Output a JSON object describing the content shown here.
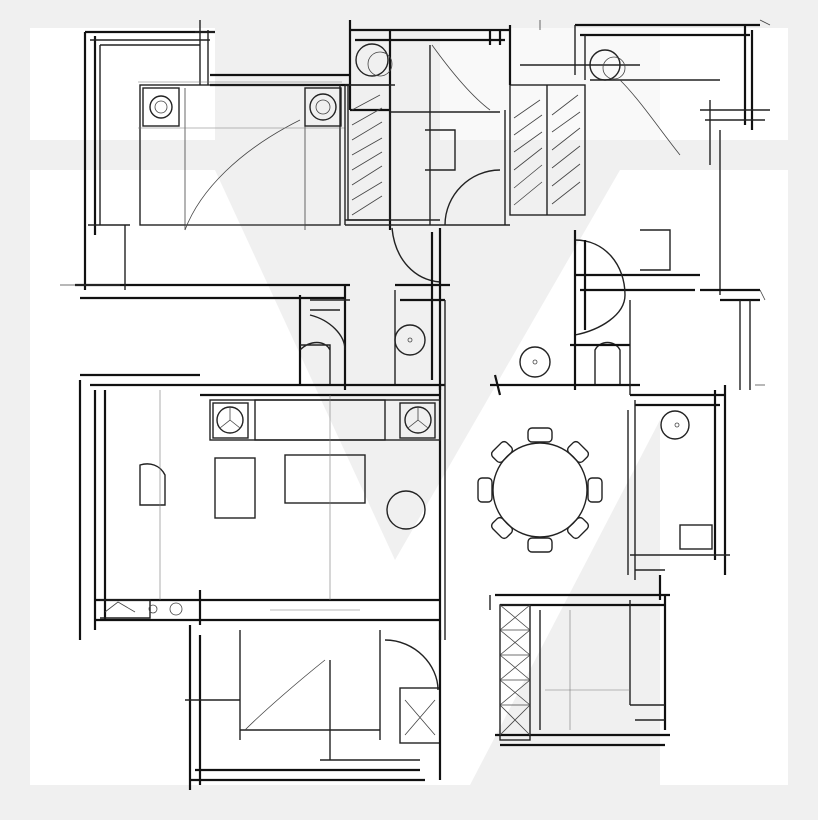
{
  "diagram": {
    "kind": "hand-sketched apartment floor plan",
    "watermark": "M",
    "colors": {
      "background": "#f0f0f0",
      "watermark": "#ffffff",
      "ink": "#1a1a1a"
    },
    "furniture": {
      "dining_table_chairs": 8,
      "beds": 2,
      "sofa": 1
    }
  }
}
